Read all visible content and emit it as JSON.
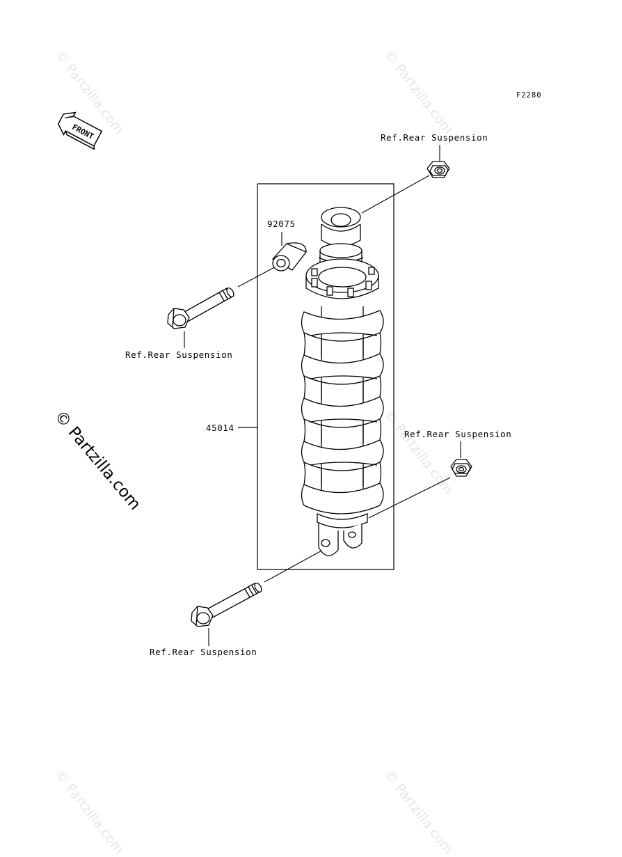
{
  "diagram_code": "F2280",
  "front_label": "FRONT",
  "parts": {
    "shock_absorber": "45014",
    "collar": "92075"
  },
  "references": {
    "upper_nut": "Ref.Rear Suspension",
    "upper_bolt": "Ref.Rear Suspension",
    "lower_nut": "Ref.Rear Suspension",
    "lower_bolt": "Ref.Rear Suspension"
  },
  "watermark": {
    "main": "© Partzilla.com",
    "faint": "© Partzilla.com"
  }
}
